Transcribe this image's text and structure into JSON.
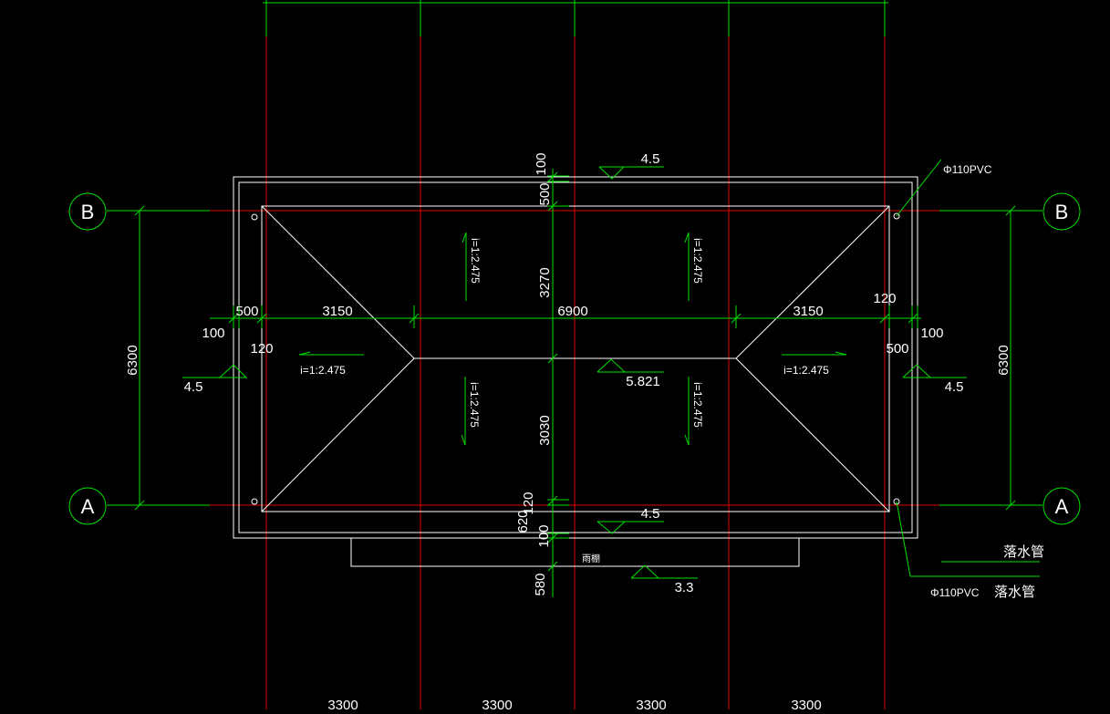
{
  "colors": {
    "background": "#000000",
    "grid_red": "#e00000",
    "dim_green": "#00e000",
    "outline_white": "#ffffff"
  },
  "axes": {
    "B_label": "B",
    "A_label": "A"
  },
  "dimensions": {
    "left_span_6300": "6300",
    "right_span_6300": "6300",
    "top_100": "100",
    "top_500": "500",
    "upper_3270": "3270",
    "lower_3030": "3030",
    "bottom_120": "120",
    "bottom_620": "620",
    "bottom_100": "100",
    "bottom_580": "580",
    "left_500": "500",
    "left_100": "100",
    "left_120": "120",
    "span_3150_left": "3150",
    "span_6900": "6900",
    "span_3150_right": "3150",
    "right_120": "120",
    "right_100": "100",
    "right_500": "500",
    "bottom_spans": [
      "3300",
      "3300",
      "3300",
      "3300"
    ]
  },
  "elevations": {
    "top": "4.5",
    "left": "4.5",
    "right": "4.5",
    "bottom": "4.5",
    "ridge": "5.821",
    "canopy": "3.3"
  },
  "slopes": {
    "upper_left": "i=1:2.475",
    "upper_right": "i=1:2.475",
    "lower_left": "i=1:2.475",
    "lower_right": "i=1:2.475",
    "west": "i=1:2.475",
    "east": "i=1:2.475"
  },
  "annotations": {
    "pvc_top": "Φ110PVC",
    "pvc_bottom": "Φ110PVC",
    "downpipe_legend": "落水管",
    "downpipe_label": "落水管",
    "canopy": "雨棚"
  }
}
